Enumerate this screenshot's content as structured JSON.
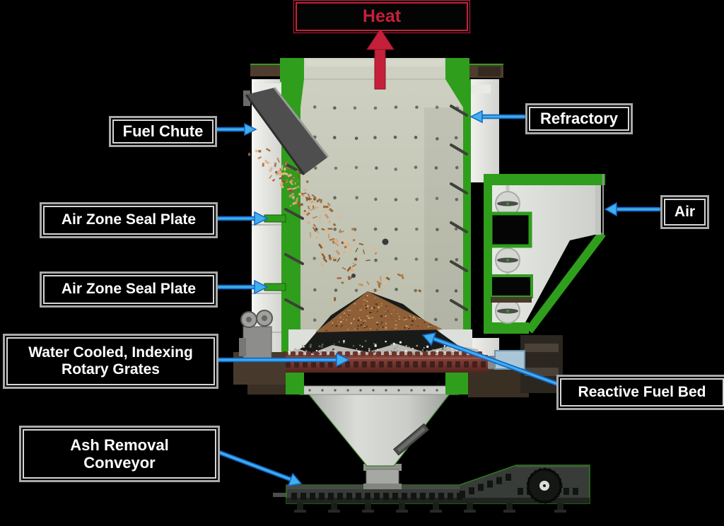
{
  "colors": {
    "background": "#000000",
    "arrow_blue": "#3fb0ec",
    "arrow_blue_dark": "#1565c8",
    "heat_red": "#c5203a",
    "vessel_green": "#2f9e1c",
    "refractory_tan": "#c6c8b8",
    "grate_maroon": "#7a3a32",
    "wood_chip_brown": "#b57947",
    "label_border_gray": "#a9a9a9",
    "label_text": "#ffffff"
  },
  "labels": {
    "heat": "Heat",
    "fuel_chute": "Fuel Chute",
    "refractory": "Refractory",
    "air_zone_seal_plate_upper": "Air Zone Seal Plate",
    "air_zone_seal_plate_lower": "Air Zone Seal Plate",
    "air": "Air",
    "rotary_grates_line1": "Water Cooled, Indexing",
    "rotary_grates_line2": "Rotary Grates",
    "reactive_fuel_bed": "Reactive Fuel Bed",
    "ash_conveyor_line1": "Ash Removal",
    "ash_conveyor_line2": "Conveyor"
  }
}
